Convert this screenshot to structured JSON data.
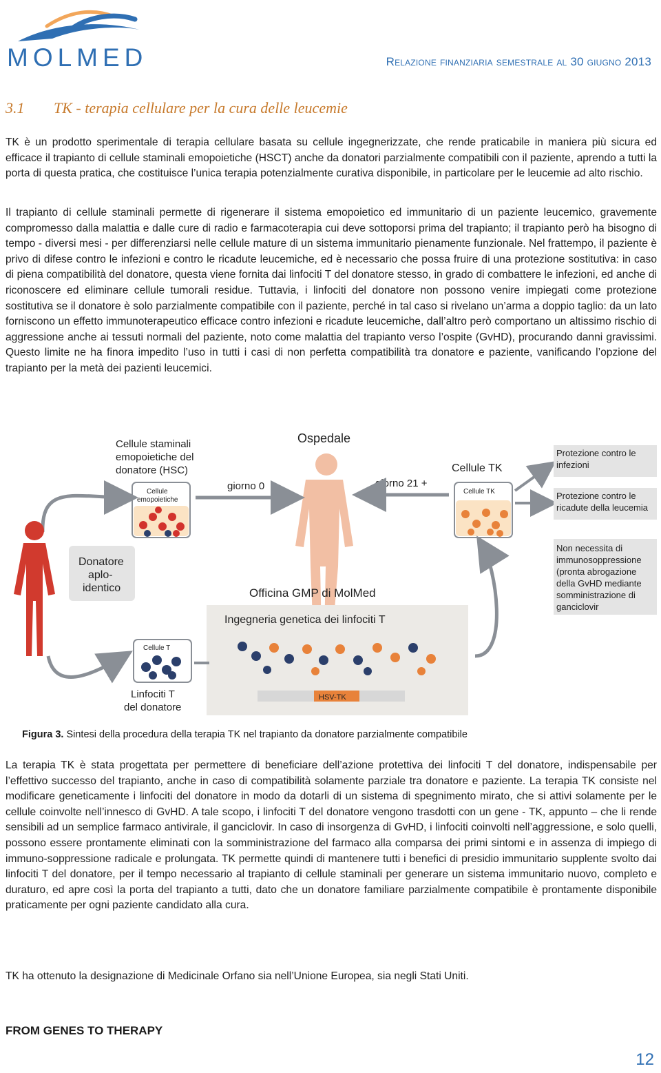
{
  "header": {
    "logo_text": "MOLMED",
    "report_title": "Relazione finanziaria semestrale al 30 giugno 2013"
  },
  "section": {
    "number": "3.1",
    "title": "TK - terapia cellulare per la cura delle leucemie"
  },
  "paragraphs": {
    "p1": "TK è un prodotto sperimentale di terapia cellulare basata su cellule ingegnerizzate, che rende praticabile in maniera più sicura ed efficace il trapianto di cellule staminali emopoietiche (HSCT) anche da donatori parzialmente compatibili con il paziente, aprendo a tutti la porta di questa pratica, che costituisce l’unica terapia potenzialmente curativa disponibile, in particolare per le leucemie ad alto rischio.",
    "p2": "Il trapianto di cellule staminali permette di rigenerare il sistema emopoietico ed immunitario di un paziente leucemico, gravemente compromesso dalla malattia e dalle cure di radio e farmacoterapia cui deve sottoporsi prima del trapianto; il trapianto però ha bisogno di tempo - diversi mesi - per differenziarsi nelle cellule mature di un sistema immunitario pienamente funzionale. Nel frattempo, il paziente è privo di difese contro le infezioni e contro le ricadute leucemiche, ed è necessario che possa fruire di una protezione sostitutiva: in caso di piena compatibilità del donatore, questa viene fornita dai linfociti T del donatore stesso, in grado di combattere le infezioni, ed anche di riconoscere ed eliminare cellule tumorali residue. Tuttavia, i linfociti del donatore non possono venire impiegati come protezione sostitutiva se il donatore è solo parzialmente compatibile con il paziente, perché in tal caso si rivelano un’arma a doppio taglio: da un lato forniscono un effetto immunoterapeutico efficace contro infezioni e ricadute leucemiche, dall’altro però comportano un altissimo rischio di aggressione anche ai tessuti normali del paziente, noto come malattia del trapianto verso l’ospite (GvHD), procurando danni gravissimi. Questo limite ne ha finora impedito l’uso in tutti i casi di non perfetta compatibilità tra donatore e paziente, vanificando l’opzione del trapianto per la metà dei pazienti leucemici.",
    "p3": "La terapia TK è stata progettata per permettere di beneficiare dell’azione protettiva dei linfociti T del donatore, indispensabile per l’effettivo successo del trapianto, anche in caso di compatibilità solamente parziale tra donatore e paziente. La terapia TK consiste nel modificare geneticamente i linfociti del donatore in modo da dotarli di un sistema di spegnimento mirato, che si attivi solamente per le cellule coinvolte nell’innesco di GvHD. A tale scopo, i linfociti T del donatore vengono trasdotti con un gene - TK, appunto – che li rende sensibili ad un semplice farmaco antivirale, il ganciclovir. In caso di insorgenza di GvHD, i linfociti coinvolti nell’aggressione, e solo quelli, possono essere prontamente eliminati con la somministrazione del farmaco alla comparsa dei primi sintomi e in assenza di impiego di immuno-soppressione radicale e prolungata. TK permette quindi di mantenere tutti i benefici di presidio immunitario supplente svolto dai linfociti T del donatore, per il tempo necessario al trapianto di cellule staminali per generare un sistema immunitario nuovo, completo e duraturo, ed apre così la porta del trapianto a tutti, dato che un donatore familiare parzialmente compatibile è prontamente disponibile praticamente per ogni paziente candidato alla cura.",
    "p4": "TK ha ottenuto la designazione di Medicinale Orfano sia nell’Unione Europea, sia negli Stati Uniti."
  },
  "figure": {
    "hsc_title_1": "Cellule staminali",
    "hsc_title_2": "emopoietiche del",
    "hsc_title_3": "donatore (HSC)",
    "hsc_tube_label_1": "Cellule",
    "hsc_tube_label_2": "emopoietiche",
    "hospital_title": "Ospedale",
    "day0": "giorno 0",
    "day21": "giorno 21 +",
    "tk_cells_title": "Cellule TK",
    "tk_tube_label": "Cellule TK",
    "protect_infections_1": "Protezione contro le",
    "protect_infections_2": "infezioni",
    "protect_relapse_1": "Protezione contro le",
    "protect_relapse_2": "ricadute della leucemia",
    "no_immuno_1": "Non necessita di",
    "no_immuno_2": "immunosoppressione",
    "no_immuno_3": "(pronta abrogazione",
    "no_immuno_4": "della GvHD mediante",
    "no_immuno_5": "somministrazione di",
    "no_immuno_6": "ganciclovir",
    "donor_1": "Donatore",
    "donor_2": "aplo-",
    "donor_3": "identico",
    "gmp_title": "Officina GMP di MolMed",
    "engineering_title": "Ingegneria genetica dei linfociti T",
    "t_tube_label": "Cellule T",
    "t_lymph_1": "Linfociti T",
    "t_lymph_2": "del donatore",
    "hsv_tk": "HSV-TK",
    "colors": {
      "red_cell": "#d2322d",
      "navy_cell": "#2b3f6b",
      "tk_cell": "#e8823a",
      "liquid_tk": "#fbe3c4",
      "arrow": "#8a8f96",
      "gmp_bg": "#eceae6",
      "protect_box": "#e4e4e4",
      "body": "#f2bfa4"
    }
  },
  "caption": {
    "label": "Figura 3.",
    "text": " Sintesi della procedura della terapia TK nel trapianto da donatore parzialmente compatibile"
  },
  "footer": {
    "left": "FROM GENES TO THERAPY",
    "page_number": "12"
  }
}
